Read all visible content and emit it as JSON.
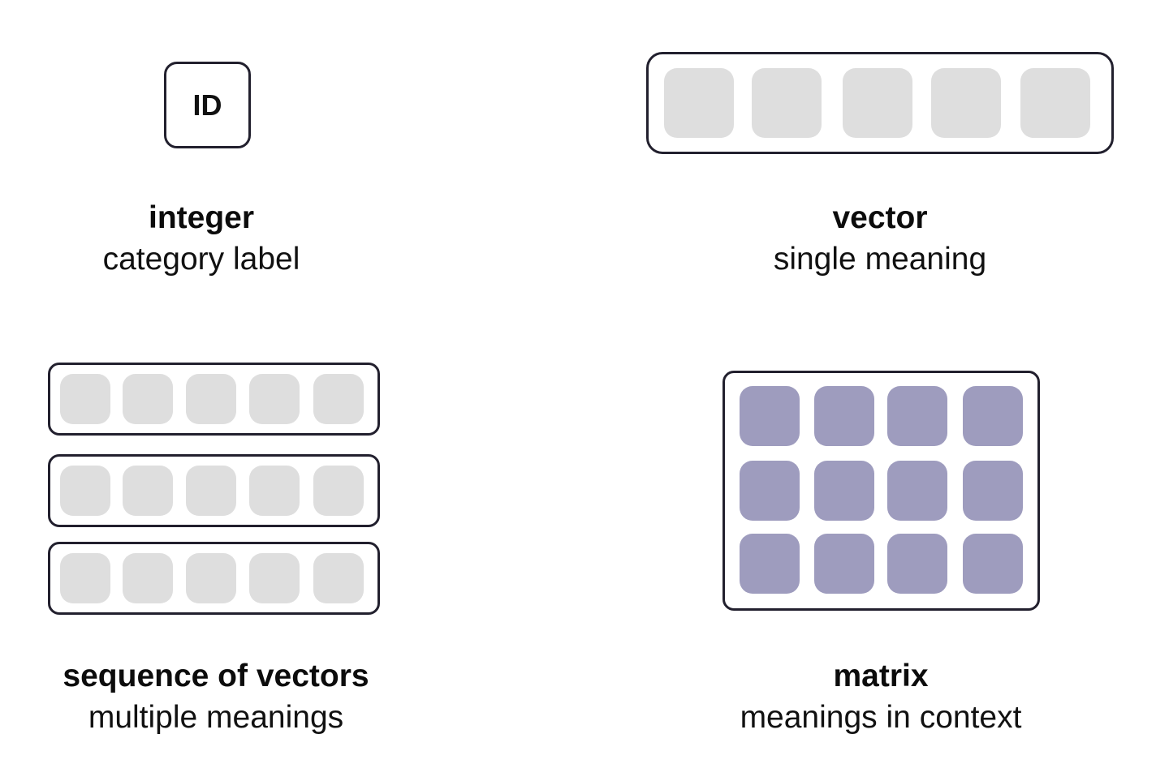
{
  "panels": {
    "integer": {
      "icon_label": "ID",
      "title": "integer",
      "subtitle": "category label"
    },
    "vector": {
      "title": "vector",
      "subtitle": "single meaning",
      "cells": 5
    },
    "sequence": {
      "title": "sequence of vectors",
      "subtitle": "multiple meanings",
      "rows": 3,
      "cells_per_row": 5
    },
    "matrix": {
      "title": "matrix",
      "subtitle": "meanings in context",
      "rows": 3,
      "cols": 4
    }
  },
  "colors": {
    "outline": "#22202e",
    "cell_gray": "#dedede",
    "cell_purple": "#9e9cbe"
  }
}
